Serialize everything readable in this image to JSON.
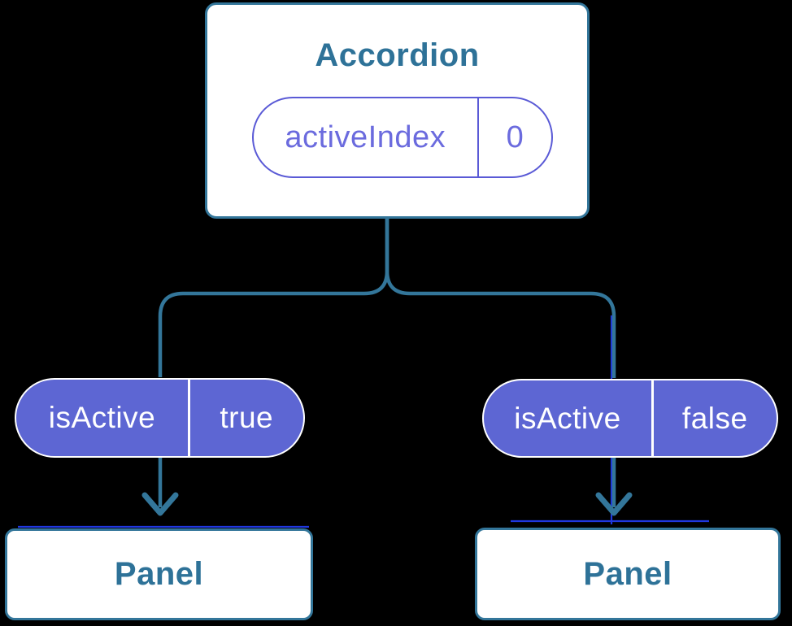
{
  "palette": {
    "background": "#000000",
    "edge": "#33769A",
    "node_text": "#2E7298",
    "node_fill": "#FFFFFF",
    "state_pill_border": "#5A5AD6",
    "state_pill_text": "#6B6BDE",
    "prop_pill_fill": "#5D66D3",
    "prop_pill_text": "#FFFFFF",
    "artifact_blue": "#2038E0"
  },
  "tree": {
    "root": {
      "title": "Accordion",
      "state": {
        "name": "activeIndex",
        "value": "0"
      }
    },
    "branches": [
      {
        "prop": {
          "name": "isActive",
          "value": "true"
        },
        "child": {
          "title": "Panel"
        }
      },
      {
        "prop": {
          "name": "isActive",
          "value": "false"
        },
        "child": {
          "title": "Panel"
        }
      }
    ]
  }
}
